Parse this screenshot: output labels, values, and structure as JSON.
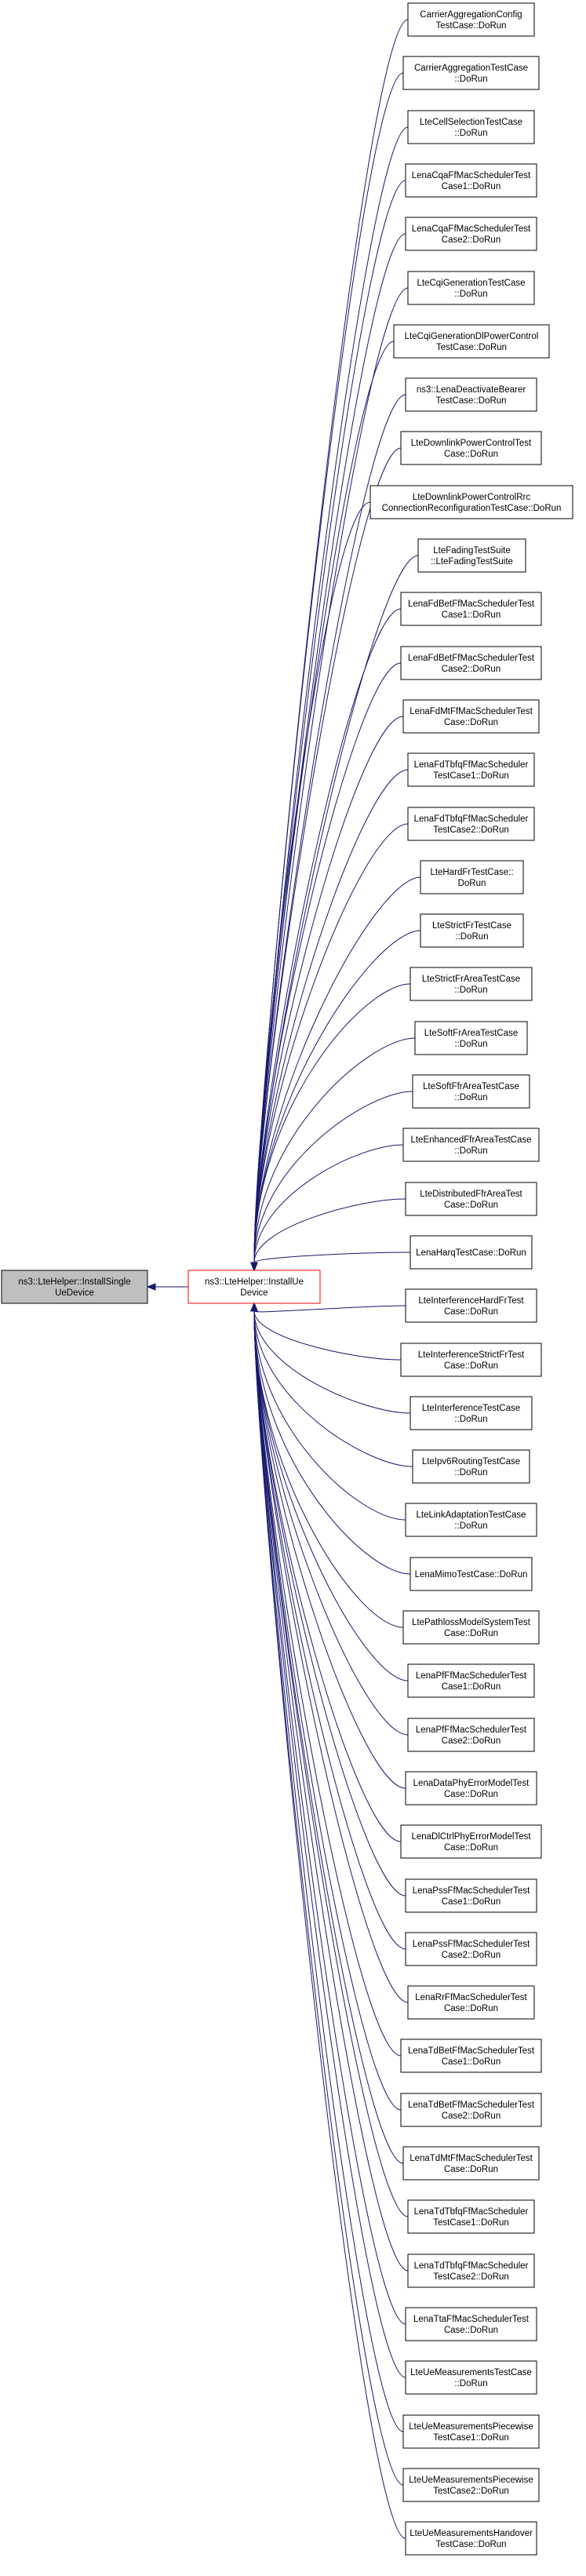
{
  "graph": {
    "root": {
      "lines": [
        "ns3::LteHelper::InstallSingle",
        "UeDevice"
      ]
    },
    "main": {
      "lines": [
        "ns3::LteHelper::InstallUe",
        "Device"
      ]
    },
    "callers": [
      {
        "lines": [
          "CarrierAggregationConfig",
          "TestCase::DoRun"
        ]
      },
      {
        "lines": [
          "CarrierAggregationTestCase",
          "::DoRun"
        ]
      },
      {
        "lines": [
          "LteCellSelectionTestCase",
          "::DoRun"
        ]
      },
      {
        "lines": [
          "LenaCqaFfMacSchedulerTest",
          "Case1::DoRun"
        ]
      },
      {
        "lines": [
          "LenaCqaFfMacSchedulerTest",
          "Case2::DoRun"
        ]
      },
      {
        "lines": [
          "LteCqiGenerationTestCase",
          "::DoRun"
        ]
      },
      {
        "lines": [
          "LteCqiGenerationDlPowerControl",
          "TestCase::DoRun"
        ]
      },
      {
        "lines": [
          "ns3::LenaDeactivateBearer",
          "TestCase::DoRun"
        ]
      },
      {
        "lines": [
          "LteDownlinkPowerControlTest",
          "Case::DoRun"
        ]
      },
      {
        "lines": [
          "LteDownlinkPowerControlRrc",
          "ConnectionReconfigurationTestCase::DoRun"
        ]
      },
      {
        "lines": [
          "LteFadingTestSuite",
          "::LteFadingTestSuite"
        ]
      },
      {
        "lines": [
          "LenaFdBetFfMacSchedulerTest",
          "Case1::DoRun"
        ]
      },
      {
        "lines": [
          "LenaFdBetFfMacSchedulerTest",
          "Case2::DoRun"
        ]
      },
      {
        "lines": [
          "LenaFdMtFfMacSchedulerTest",
          "Case::DoRun"
        ]
      },
      {
        "lines": [
          "LenaFdTbfqFfMacScheduler",
          "TestCase1::DoRun"
        ]
      },
      {
        "lines": [
          "LenaFdTbfqFfMacScheduler",
          "TestCase2::DoRun"
        ]
      },
      {
        "lines": [
          "LteHardFrTestCase::",
          "DoRun"
        ]
      },
      {
        "lines": [
          "LteStrictFrTestCase",
          "::DoRun"
        ]
      },
      {
        "lines": [
          "LteStrictFrAreaTestCase",
          "::DoRun"
        ]
      },
      {
        "lines": [
          "LteSoftFrAreaTestCase",
          "::DoRun"
        ]
      },
      {
        "lines": [
          "LteSoftFfrAreaTestCase",
          "::DoRun"
        ]
      },
      {
        "lines": [
          "LteEnhancedFfrAreaTestCase",
          "::DoRun"
        ]
      },
      {
        "lines": [
          "LteDistributedFfrAreaTest",
          "Case::DoRun"
        ]
      },
      {
        "lines": [
          "LenaHarqTestCase::DoRun"
        ]
      },
      {
        "lines": [
          "LteInterferenceHardFrTest",
          "Case::DoRun"
        ]
      },
      {
        "lines": [
          "LteInterferenceStrictFrTest",
          "Case::DoRun"
        ]
      },
      {
        "lines": [
          "LteInterferenceTestCase",
          "::DoRun"
        ]
      },
      {
        "lines": [
          "LteIpv6RoutingTestCase",
          "::DoRun"
        ]
      },
      {
        "lines": [
          "LteLinkAdaptationTestCase",
          "::DoRun"
        ]
      },
      {
        "lines": [
          "LenaMimoTestCase::DoRun"
        ]
      },
      {
        "lines": [
          "LtePathlossModelSystemTest",
          "Case::DoRun"
        ]
      },
      {
        "lines": [
          "LenaPfFfMacSchedulerTest",
          "Case1::DoRun"
        ]
      },
      {
        "lines": [
          "LenaPfFfMacSchedulerTest",
          "Case2::DoRun"
        ]
      },
      {
        "lines": [
          "LenaDataPhyErrorModelTest",
          "Case::DoRun"
        ]
      },
      {
        "lines": [
          "LenaDlCtrlPhyErrorModelTest",
          "Case::DoRun"
        ]
      },
      {
        "lines": [
          "LenaPssFfMacSchedulerTest",
          "Case1::DoRun"
        ]
      },
      {
        "lines": [
          "LenaPssFfMacSchedulerTest",
          "Case2::DoRun"
        ]
      },
      {
        "lines": [
          "LenaRrFfMacSchedulerTest",
          "Case::DoRun"
        ]
      },
      {
        "lines": [
          "LenaTdBetFfMacSchedulerTest",
          "Case1::DoRun"
        ]
      },
      {
        "lines": [
          "LenaTdBetFfMacSchedulerTest",
          "Case2::DoRun"
        ]
      },
      {
        "lines": [
          "LenaTdMtFfMacSchedulerTest",
          "Case::DoRun"
        ]
      },
      {
        "lines": [
          "LenaTdTbfqFfMacScheduler",
          "TestCase1::DoRun"
        ]
      },
      {
        "lines": [
          "LenaTdTbfqFfMacScheduler",
          "TestCase2::DoRun"
        ]
      },
      {
        "lines": [
          "LenaTtaFfMacSchedulerTest",
          "Case::DoRun"
        ]
      },
      {
        "lines": [
          "LteUeMeasurementsTestCase",
          "::DoRun"
        ]
      },
      {
        "lines": [
          "LteUeMeasurementsPiecewise",
          "TestCase1::DoRun"
        ]
      },
      {
        "lines": [
          "LteUeMeasurementsPiecewise",
          "TestCase2::DoRun"
        ]
      },
      {
        "lines": [
          "LteUeMeasurementsHandover",
          "TestCase::DoRun"
        ]
      }
    ]
  },
  "colors": {
    "edge": "#191970",
    "node_border": "#000000",
    "root_fill": "#bfbfbf",
    "main_border": "#ff0000",
    "node_fill": "#ffffff"
  }
}
